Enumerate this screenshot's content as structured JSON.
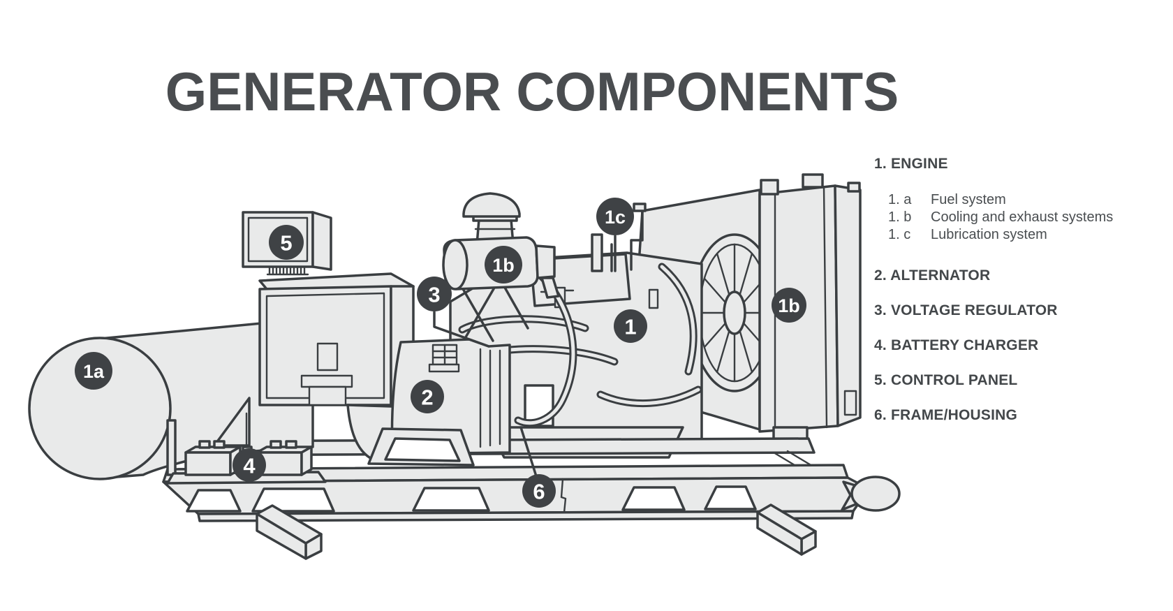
{
  "title": "GENERATOR COMPONENTS",
  "legend": {
    "items": [
      {
        "label": "1. ENGINE",
        "sub": [
          {
            "num": "1. a",
            "label": "Fuel system"
          },
          {
            "num": "1. b",
            "label": "Cooling and exhaust systems"
          },
          {
            "num": "1. c",
            "label": "Lubrication system"
          }
        ]
      },
      {
        "label": "2. ALTERNATOR"
      },
      {
        "label": "3. VOLTAGE REGULATOR"
      },
      {
        "label": "4. BATTERY CHARGER"
      },
      {
        "label": "5. CONTROL PANEL"
      },
      {
        "label": "6. FRAME/HOUSING"
      }
    ]
  },
  "badges": {
    "fuel_system": "1a",
    "exhaust_system": "1b",
    "lubrication_system": "1c",
    "engine": "1",
    "alternator": "2",
    "voltage_regulator": "3",
    "battery_charger": "4",
    "control_panel": "5",
    "cooling_system": "1b",
    "frame_housing": "6"
  },
  "colors": {
    "background": "#ffffff",
    "line": "#3a3e41",
    "component_fill": "#e9eaea",
    "badge_fill": "#3f4245",
    "badge_text": "#ffffff",
    "title_text": "#4a4d50",
    "legend_text": "#43474a"
  }
}
